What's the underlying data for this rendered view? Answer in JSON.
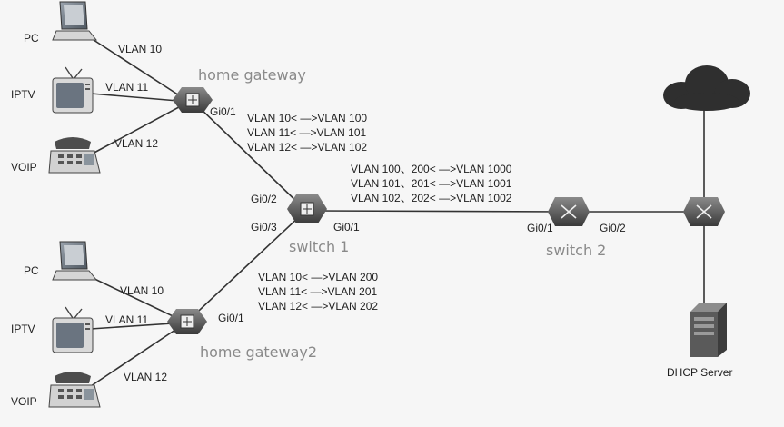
{
  "devices": {
    "pc1": "PC",
    "iptv1": "IPTV",
    "voip1": "VOIP",
    "pc2": "PC",
    "iptv2": "IPTV",
    "voip2": "VOIP",
    "dhcp": "DHCP Server"
  },
  "gateways": {
    "gw1": "home gateway",
    "gw2": "home gateway2",
    "sw1": "switch 1",
    "sw2": "switch 2"
  },
  "links": {
    "pc1": "VLAN 10",
    "iptv1": "VLAN 11",
    "voip1": "VLAN 12",
    "pc2": "VLAN 10",
    "iptv2": "VLAN 11",
    "voip2": "VLAN 12"
  },
  "ports": {
    "gw1_gi01": "Gi0/1",
    "sw1_gi02": "Gi0/2",
    "sw1_gi03": "Gi0/3",
    "sw1_gi01": "Gi0/1",
    "gw2_gi01": "Gi0/1",
    "sw2_gi01": "Gi0/1",
    "sw2_gi02": "Gi0/2"
  },
  "mappings": {
    "gw1": [
      "VLAN 10< —>VLAN 100",
      "VLAN 11< —>VLAN 101",
      "VLAN 12< —>VLAN 102"
    ],
    "sw1": [
      "VLAN 100、200< —>VLAN 1000",
      "VLAN 101、201< —>VLAN 1001",
      "VLAN 102、202< —>VLAN 1002"
    ],
    "gw2": [
      "VLAN 10< —>VLAN 200",
      "VLAN 11< —>VLAN 201",
      "VLAN 12< —>VLAN 202"
    ]
  }
}
